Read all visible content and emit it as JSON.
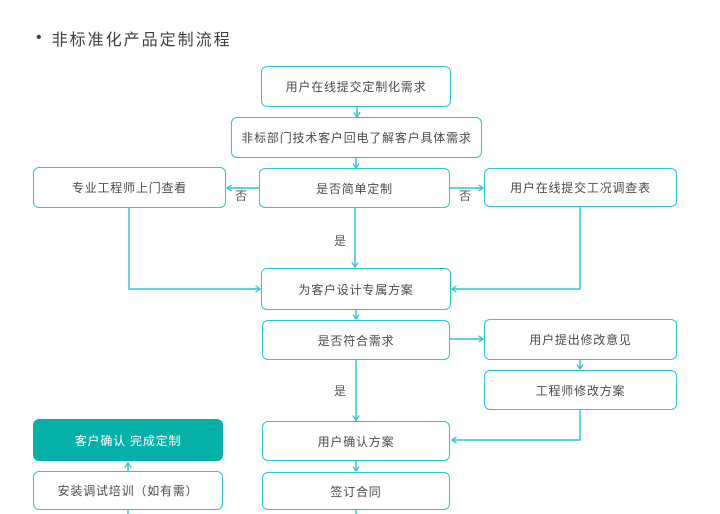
{
  "title": {
    "bullet": "•",
    "text": "非标准化产品定制流程"
  },
  "colors": {
    "line_cyan": "#2BC3D6",
    "highlight_teal": "#05B0A6",
    "box_text": "#4A4A4A",
    "title_text": "#3F3F3F",
    "edge_label": "#555555"
  },
  "nodes": {
    "submit": {
      "label": "用户在线提交定制化需求"
    },
    "callback": {
      "label": "非标部门技术客户回电了解客户具体需求"
    },
    "simple": {
      "label": "是否简单定制"
    },
    "visit": {
      "label": "专业工程师上门查看"
    },
    "survey": {
      "label": "用户在线提交工况调查表"
    },
    "design": {
      "label": "为客户设计专属方案"
    },
    "meets": {
      "label": "是否符合需求"
    },
    "feedback": {
      "label": "用户提出修改意见"
    },
    "revise": {
      "label": "工程师修改方案"
    },
    "confirm": {
      "label": "用户确认方案"
    },
    "sign": {
      "label": "签订合同"
    },
    "complete": {
      "label": "客户确认 完成定制"
    },
    "install": {
      "label": "安装调试培训（如有需）"
    }
  },
  "edge_labels": {
    "no_left": "否",
    "no_right": "否",
    "yes_design": "是",
    "yes_confirm": "是"
  }
}
